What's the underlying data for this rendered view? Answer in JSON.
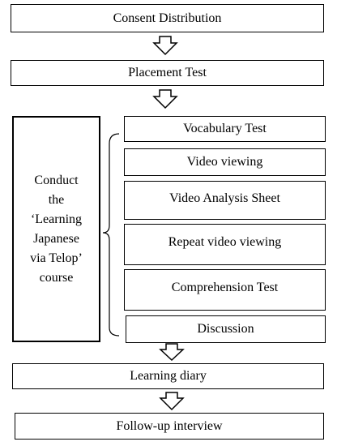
{
  "steps": {
    "consent": "Consent Distribution",
    "placement": "Placement Test",
    "learning_diary": "Learning diary",
    "follow_up": "Follow-up interview"
  },
  "course": {
    "line1": "Conduct",
    "line2": "the",
    "line3": "‘Learning",
    "line4": "Japanese",
    "line5": "via Telop’",
    "line6": "course",
    "activities": [
      "Vocabulary Test",
      "Video viewing",
      "Video Analysis Sheet",
      "Repeat video viewing",
      "Comprehension Test",
      "Discussion"
    ]
  },
  "colors": {
    "stroke": "#000000",
    "fill": "#ffffff"
  }
}
